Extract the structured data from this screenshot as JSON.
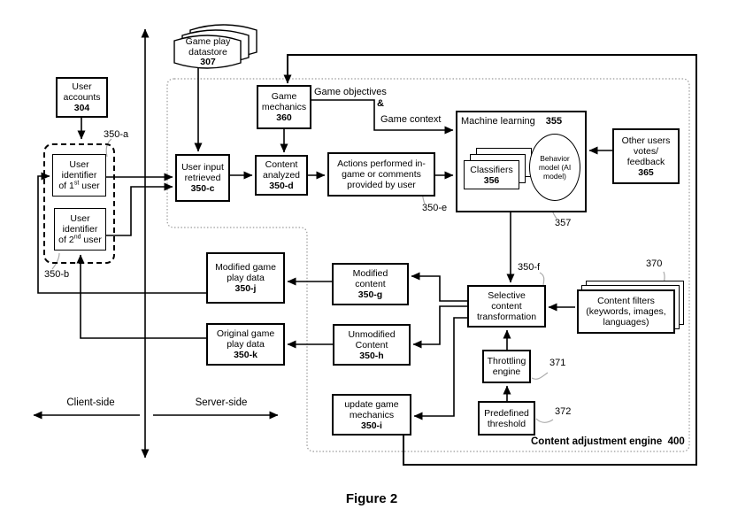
{
  "caption": "Figure 2",
  "flow_labels": {
    "game_objectives": "Game objectives",
    "ampersand": "&",
    "game_context": "Game context",
    "client_side": "Client-side",
    "server_side": "Server-side"
  },
  "refs": {
    "a": "350-a",
    "b": "350-b",
    "e": "350-e",
    "f": "350-f",
    "r357": "357",
    "r370": "370",
    "r371": "371",
    "r372": "372"
  },
  "engine": {
    "label": "Content adjustment engine",
    "ref": "400"
  },
  "boxes": {
    "user_accounts": {
      "lines": [
        "User",
        "accounts"
      ],
      "ref": "304"
    },
    "game_play_datastore": {
      "lines": [
        "Game play",
        "datastore"
      ],
      "ref": "307"
    },
    "user_identifier_1": {
      "line1": "User",
      "line2": "identifier",
      "line3_pre": "of 1",
      "line3_sup": "st",
      "line3_post": " user"
    },
    "user_identifier_2": {
      "line1": "User",
      "line2": "identifier",
      "line3_pre": "of 2",
      "line3_sup": "nd",
      "line3_post": " user"
    },
    "user_input_retrieved": {
      "lines": [
        "User input",
        "retrieved"
      ],
      "ref": "350-c"
    },
    "game_mechanics": {
      "lines": [
        "Game",
        "mechanics"
      ],
      "ref": "360"
    },
    "content_analyzed": {
      "lines": [
        "Content",
        "analyzed"
      ],
      "ref": "350-d"
    },
    "actions_performed": {
      "lines": [
        "Actions performed in-",
        "game or comments",
        "provided by user"
      ]
    },
    "machine_learning": {
      "title": "Machine learning",
      "ref": "355"
    },
    "classifiers": {
      "label": "Classifiers",
      "ref": "356"
    },
    "behavior_model": {
      "lines": [
        "Behavior",
        "model (AI",
        "model)"
      ]
    },
    "other_users": {
      "lines": [
        "Other users",
        "votes/",
        "feedback"
      ],
      "ref": "365"
    },
    "selective_transformation": {
      "lines": [
        "Selective",
        "content",
        "transformation"
      ]
    },
    "content_filters": {
      "lines": [
        "Content filters",
        "(keywords, images,",
        "languages)"
      ]
    },
    "throttling_engine": {
      "lines": [
        "Throttling",
        "engine"
      ]
    },
    "predefined_threshold": {
      "lines": [
        "Predefined",
        "threshold"
      ]
    },
    "update_game_mechanics": {
      "lines": [
        "update game",
        "mechanics"
      ],
      "ref": "350-i"
    },
    "modified_content": {
      "lines": [
        "Modified",
        "content"
      ],
      "ref": "350-g"
    },
    "unmodified_content": {
      "lines": [
        "Unmodified",
        "Content"
      ],
      "ref": "350-h"
    },
    "modified_game_play_data": {
      "lines": [
        "Modified game",
        "play data"
      ],
      "ref": "350-j"
    },
    "original_game_play_data": {
      "lines": [
        "Original game",
        "play data"
      ],
      "ref": "350-k"
    }
  }
}
